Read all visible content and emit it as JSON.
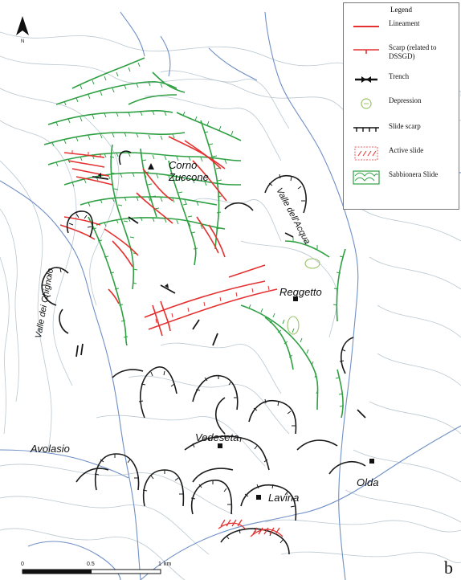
{
  "map": {
    "north_label": "N",
    "panel_letter": "b",
    "colors": {
      "contour": "#b9c7d0",
      "stream": "#6f8fc6",
      "lineament": "#e53030",
      "slide_scarp": "#1a1a1a",
      "sabbionera": "#2ea043",
      "depression": "#9ac46a",
      "active_slide": "#e53030"
    }
  },
  "places": {
    "corno_zuccone": "Corno\nZuccone",
    "reggetto": "Reggetto",
    "vedeseta": "Vedeseta",
    "avolasio": "Avolasio",
    "lavina": "Lavina",
    "olda": "Olda"
  },
  "valleys": {
    "valle_acqua": "Valle dell'Acqua",
    "valle_chignolo": "Valle dei Chignolo"
  },
  "legend": {
    "title": "Legend",
    "items": [
      {
        "label": "Lineament",
        "symbol": "lineament-icon"
      },
      {
        "label": "Scarp (related to DSSGD)",
        "symbol": "scarp-icon"
      },
      {
        "label": "Trench",
        "symbol": "trench-icon"
      },
      {
        "label": "Depression",
        "symbol": "depression-icon"
      },
      {
        "label": "Slide scarp",
        "symbol": "slide-scarp-icon"
      },
      {
        "label": "Active slide",
        "symbol": "active-slide-icon"
      },
      {
        "label": "Sabbionera Slide",
        "symbol": "sabbionera-icon"
      }
    ]
  },
  "scale_bar": {
    "ticks": [
      "0",
      "0.5",
      "1"
    ],
    "unit": "km"
  }
}
